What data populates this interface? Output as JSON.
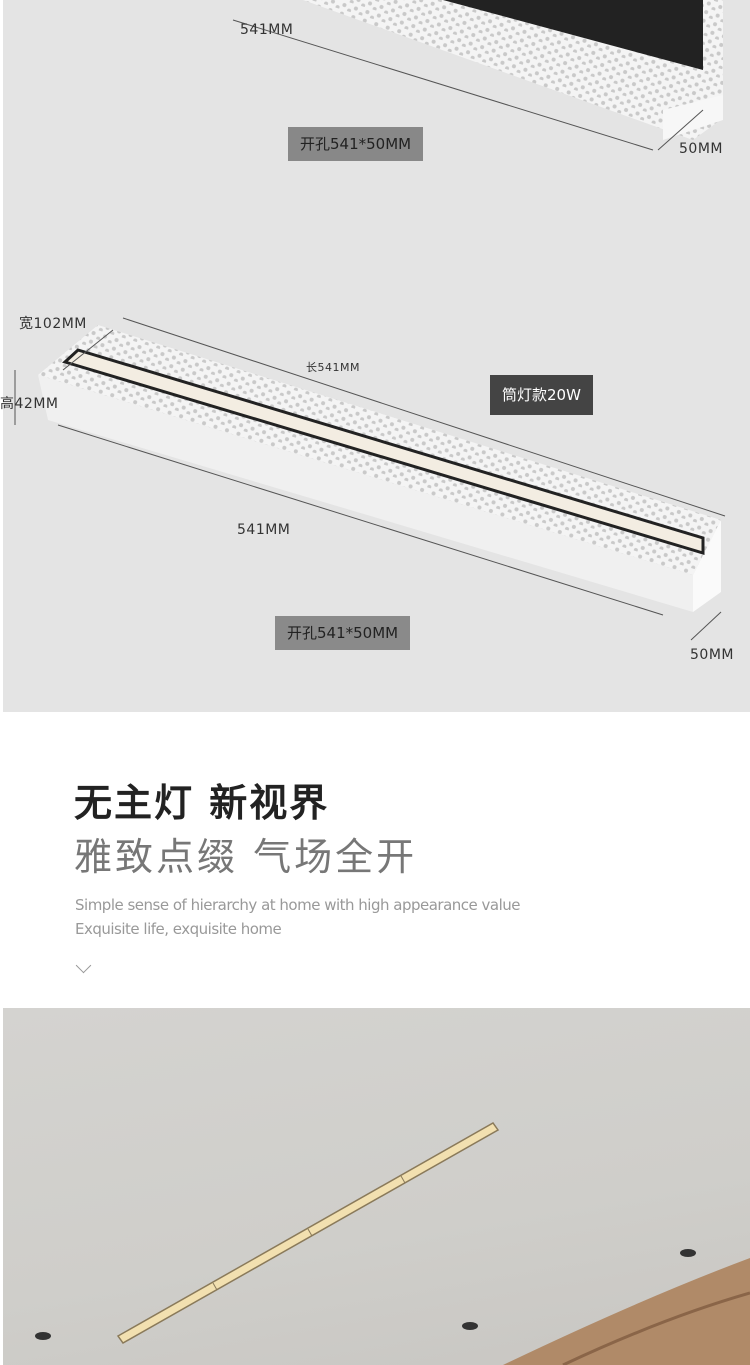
{
  "fixture_top": {
    "length_label": "541MM",
    "cutout_label": "开孔541*50MM",
    "depth_label": "50MM"
  },
  "fixture_bottom": {
    "width_label": "宽102MM",
    "height_label": "高42MM",
    "long_label": "长541MM",
    "model_badge": "筒灯款20W",
    "length_label": "541MM",
    "cutout_label": "开孔541*50MM",
    "depth_label": "50MM"
  },
  "headline": {
    "title": "无主灯 新视界",
    "subtitle": "雅致点缀 气场全开",
    "english_line1": "Simple sense of hierarchy at home with high appearance value",
    "english_line2": "Exquisite life, exquisite home"
  }
}
